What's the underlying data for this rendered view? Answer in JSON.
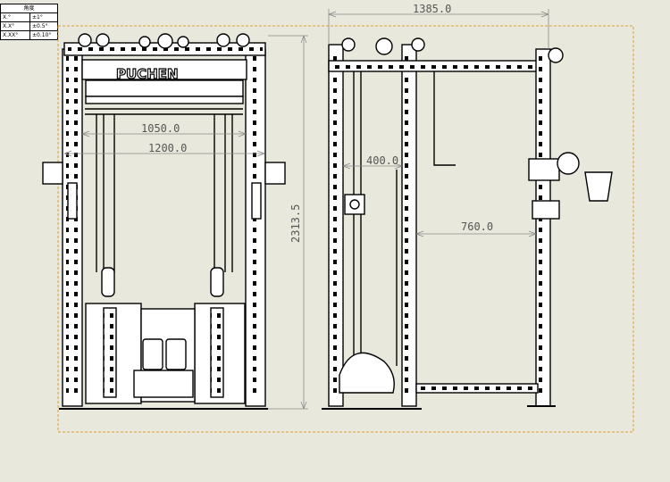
{
  "tolerance_table": {
    "title": "角度",
    "rows": [
      {
        "format": "X.°",
        "tolerance": "±1°"
      },
      {
        "format": "X.X°",
        "tolerance": "±0.5°"
      },
      {
        "format": "X.XX°",
        "tolerance": "±0.10°"
      }
    ]
  },
  "brand_logo": "PUCHEN",
  "dimensions": {
    "overall_depth": "1385.0",
    "overall_height": "2313.5",
    "inner_width": "1050.0",
    "outer_width": "1200.0",
    "upright_spacing": "400.0",
    "arm_reach": "760.0"
  },
  "colors": {
    "background": "#e9e8dc",
    "line": "#000000",
    "dimension": "#8a8a8a",
    "border": "#e0a030"
  }
}
